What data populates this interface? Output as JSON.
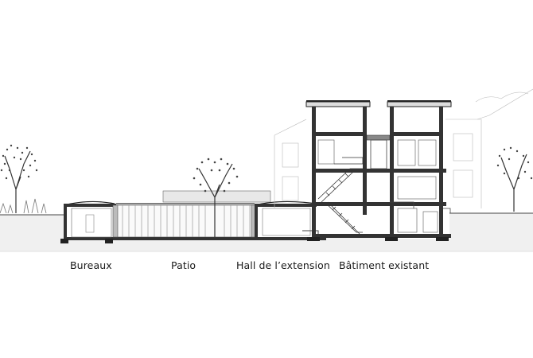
{
  "labels": {
    "bureaux": "Bureaux",
    "patio": "Patio",
    "hall": "Hall de l’extension",
    "existant": "Bâtiment existant"
  }
}
